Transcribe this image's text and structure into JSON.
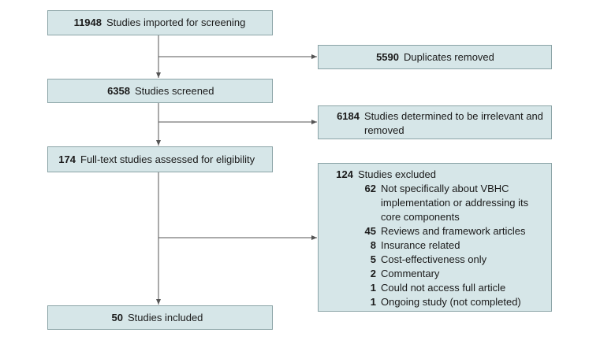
{
  "flow": {
    "imported": {
      "count": "11948",
      "label": "Studies imported for screening"
    },
    "duplicates": {
      "count": "5590",
      "label": "Duplicates removed"
    },
    "screened": {
      "count": "6358",
      "label": "Studies screened"
    },
    "irrelevant": {
      "count": "6184",
      "label": "Studies determined to be irrelevant and removed"
    },
    "fulltext": {
      "count": "174",
      "label": "Full-text studies assessed for eligibility"
    },
    "excluded": {
      "count": "124",
      "label": "Studies excluded",
      "reasons": [
        {
          "count": "62",
          "label": "Not specifically about VBHC implementation or addressing its core components"
        },
        {
          "count": "45",
          "label": "Reviews and framework articles"
        },
        {
          "count": "8",
          "label": "Insurance related"
        },
        {
          "count": "5",
          "label": "Cost-effectiveness only"
        },
        {
          "count": "2",
          "label": "Commentary"
        },
        {
          "count": "1",
          "label": "Could not access full article"
        },
        {
          "count": "1",
          "label": "Ongoing study (not completed)"
        }
      ]
    },
    "included": {
      "count": "50",
      "label": "Studies included"
    }
  },
  "colors": {
    "box_fill": "#d6e6e8",
    "box_border": "#8aa3a6",
    "line": "#555555"
  }
}
